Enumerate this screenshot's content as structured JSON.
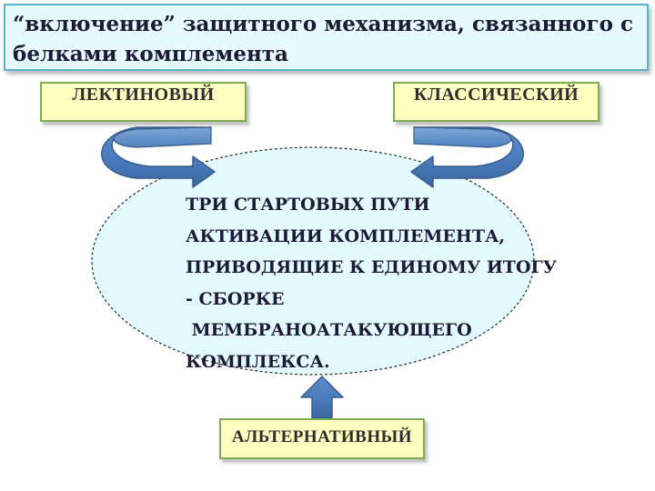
{
  "title": {
    "line1": "“включение” защитного механизма, связанного с",
    "line2": "белками комплемента"
  },
  "pathways": {
    "lectin": "ЛЕКТИНОВЫЙ",
    "classic": "КЛАССИЧЕСКИЙ",
    "alternative": "АЛЬТЕРНАТИВНЫЙ"
  },
  "center": {
    "lines": [
      "ТРИ СТАРТОВЫХ ПУТИ",
      "АКТИВАЦИИ КОМПЛЕМЕНТА,",
      "ПРИВОДЯЩИЕ К ЕДИНОМУ ИТОГУ",
      "- СБОРКЕ",
      " МЕМБРАНОАТАКУЮЩЕГО",
      "КОМПЛЕКСА."
    ]
  },
  "colors": {
    "title_fill": "#e6fbfe",
    "title_border": "#5bb2cc",
    "box_fill": "#ffffc2",
    "box_border": "#7fad55",
    "ellipse_fill": "#e3fbfe",
    "arrow_fill": "#4f80bd",
    "arrow_stroke": "#385d8a"
  },
  "icons": [
    "curved-arrow-left-icon",
    "curved-arrow-right-icon",
    "up-arrow-icon"
  ]
}
